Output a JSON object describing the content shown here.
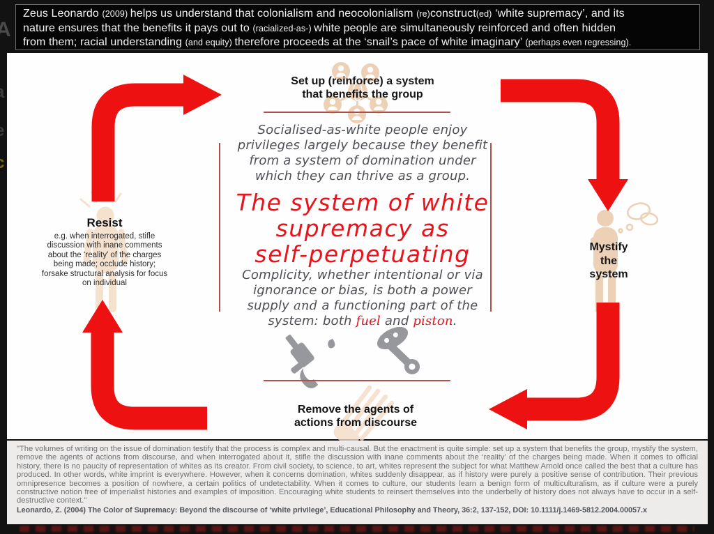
{
  "header": {
    "lines": [
      [
        {
          "t": "Zeus Leonardo ",
          "c": ""
        },
        {
          "t": "(2009) ",
          "c": "sm"
        },
        {
          "t": "helps us understand that colonialism and neocolonialism ",
          "c": ""
        },
        {
          "t": "(re)",
          "c": "sm"
        },
        {
          "t": "construct",
          "c": ""
        },
        {
          "t": "(ed)",
          "c": "sm"
        },
        {
          "t": " ‘white supremacy’, and its",
          "c": ""
        }
      ],
      [
        {
          "t": "nature ensures that the benefits it pays out to ",
          "c": ""
        },
        {
          "t": "(racialized-as-) ",
          "c": "sm"
        },
        {
          "t": "white people are simultaneously reinforced and often hidden",
          "c": ""
        }
      ],
      [
        {
          "t": "from them; racial understanding ",
          "c": ""
        },
        {
          "t": "(and equity) ",
          "c": "sm"
        },
        {
          "t": "therefore proceeds at the ‘snail’s pace of white imaginary’ ",
          "c": ""
        },
        {
          "t": "(perhaps even regressing).",
          "c": "sm"
        }
      ]
    ]
  },
  "cycle": {
    "top_label": {
      "lines": [
        "Set up (reinforce) a system",
        "that benefits the group"
      ]
    },
    "right_label": {
      "lines": [
        "Mystify",
        "the",
        "system"
      ]
    },
    "bottom_label": {
      "lines": [
        "Remove the agents of",
        "actions from discourse"
      ]
    },
    "left_label": {
      "title": "Resist",
      "lines": [
        "e.g. when interrogated, stifle",
        "discussion with inane comments",
        "about the ‘reality’ of the charges",
        "being made; occlude history;",
        "forsake structural analysis for focus",
        "on individual"
      ]
    }
  },
  "center": {
    "para1_lines": [
      "Socialised-as-white people enjoy",
      "privileges largely because they benefit",
      "from a system of domination under",
      "which they can thrive as a group."
    ],
    "title_lines": [
      "The system of white",
      "supremacy as",
      "self-perpetuating"
    ],
    "para2_lines": [
      [
        {
          "t": "Complicity, whether intentional or via",
          "c": ""
        }
      ],
      [
        {
          "t": "ignorance or bias, is both a power",
          "c": ""
        }
      ],
      [
        {
          "t": "supply ",
          "c": ""
        },
        {
          "t": "and",
          "c": "i"
        },
        {
          "t": " a functioning part of the",
          "c": ""
        }
      ],
      [
        {
          "t": "system: both ",
          "c": ""
        },
        {
          "t": "fuel",
          "c": "ri"
        },
        {
          "t": " and ",
          "c": ""
        },
        {
          "t": "piston",
          "c": "ri"
        },
        {
          "t": ".",
          "c": ""
        }
      ]
    ]
  },
  "footer": {
    "quote": "\"The volumes of writing on the issue of domination testify that the process is complex and multi-causal. But the enactment is quite simple: set up a system that benefits the group, mystify the system, remove the agents of actions from discourse, and when interrogated about it, stifle the discussion with inane comments about the ‘reality’ of the charges being made. When it comes to official history, there is no paucity of representation of whites as its creator. From civil society, to science, to art, whites represent the subject for what Matthew Arnold once called the best that a culture has produced. In other words, white imprint is everywhere. However, when it concerns domination, whites suddenly disappear, as if history were purely a positive sense of contribution. Their previous omnipresence becomes a position of nowhere, a certain politics of undetectability. When it comes to culture, our students learn a benign form of multiculturalism, as if culture were a purely constructive notion free of imperialist histories and examples of imposition. Encouraging white students to reinsert themselves into the underbelly of history does not always have to occur in a self-destructive context.\"",
    "citation": "Leonardo, Z. (2004) The Color of Supremacy: Beyond the discourse of ‘white privilege’, Educational Philosophy and Theory, 36:2, 137-152, DOI: 10.1111/j.1469-5812.2004.00057.x"
  },
  "backdrop": {
    "letters": [
      "A",
      "a",
      "e",
      "c"
    ]
  },
  "icons": {
    "network": "people-network-globe-icon",
    "resist": "resisting-person-icon",
    "mystify": "confused-person-icon",
    "remove": "sweep-away-icon",
    "fuel": "fuel-nozzle-icon",
    "piston": "piston-icon"
  },
  "colors": {
    "arrow-red": "#ee1111",
    "title-red": "#e8141b",
    "divider-red": "#b0504a",
    "peach": "#eccdaf",
    "peach-soft": "#f3dcc6",
    "ink": "#141414",
    "hand-grey": "#4d4f54",
    "icon-grey": "#97989b",
    "footer-bg": "#edeceb",
    "footer-text": "#6e7073",
    "slide-bg": "#fefefe",
    "stage-bg": "#121212"
  }
}
